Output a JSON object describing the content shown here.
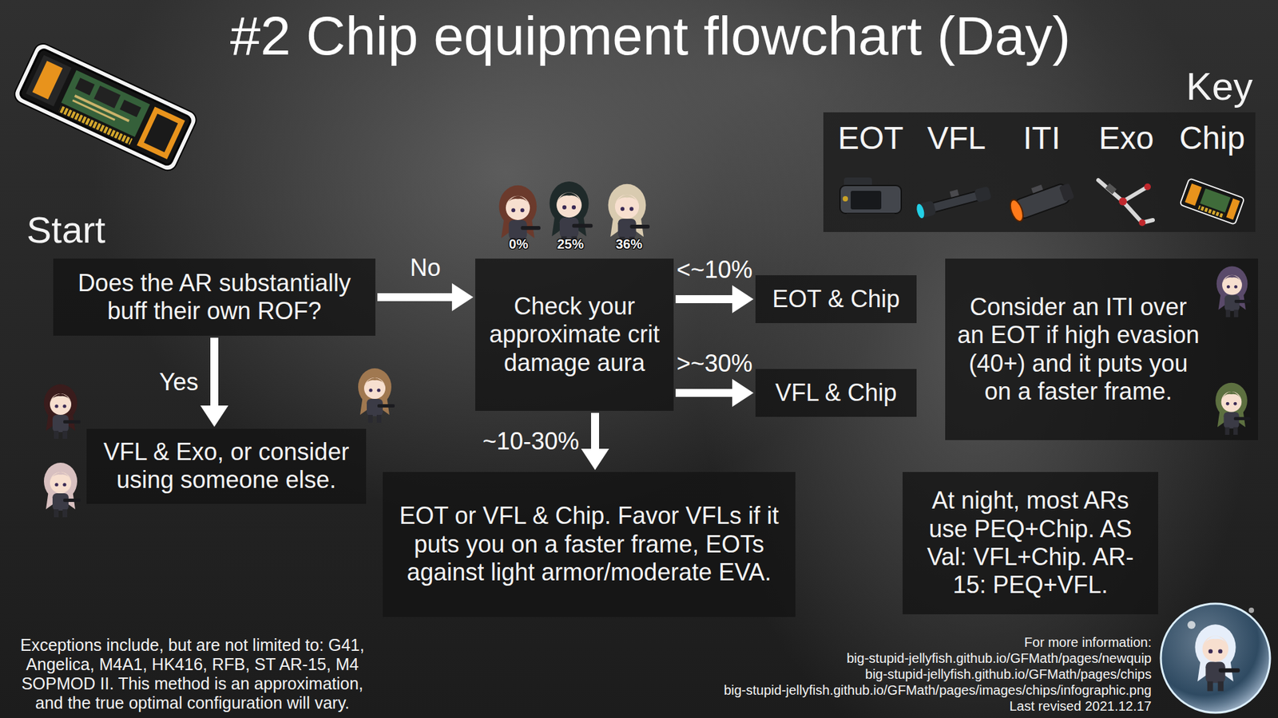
{
  "diagram": {
    "title": "#2 Chip equipment flowchart (Day)",
    "nodes": [
      {
        "text": [
          "Does the AR substantially buff their own ROF?"
        ]
      },
      {
        "text": [
          "VFL & Exo, or consider using someone else."
        ]
      },
      {
        "text": [
          "Check your approximate crit damage aura"
        ]
      },
      {
        "text": [
          "EOT & Chip"
        ]
      },
      {
        "text": [
          "VFL & Chip"
        ]
      },
      {
        "text": [
          "EOT or VFL & Chip. Favor VFLs if it puts you on a faster frame, EOTs against light armor/moderate EVA."
        ]
      },
      {
        "text": [
          "Consider an ITI over an EOT if high evasion (40+) and it puts you on a faster frame."
        ]
      },
      {
        "text": [
          "At night, most ARs use PEQ+Chip. AS Val: VFL+Chip. AR-15: PEQ+VFL."
        ]
      }
    ],
    "edges": [
      {
        "from": 0,
        "to": 2,
        "arrow": "to",
        "label": "No"
      },
      {
        "from": 0,
        "to": 1,
        "arrow": "to",
        "label": "Yes"
      },
      {
        "from": 2,
        "to": 3,
        "arrow": "to",
        "label": "<~10%"
      },
      {
        "from": 2,
        "to": 4,
        "arrow": "to",
        "label": ">~30%"
      },
      {
        "from": 2,
        "to": 5,
        "arrow": "to",
        "label": "~10-30%"
      }
    ],
    "labels": [
      "Start",
      "0%",
      "25%",
      "36%",
      "Key",
      "Exceptions include, but are not limited to: G41, Angelica, M4A1, HK416, RFB, ST AR-15, M4 SOPMOD II. This method is an approximation, and the true optimal configuration will vary.",
      "For more information:",
      "big-stupid-jellyfish.github.io/GFMath/pages/newquip",
      "big-stupid-jellyfish.github.io/GFMath/pages/chips",
      "big-stupid-jellyfish.github.io/GFMath/pages/images/chips/infographic.png",
      "Last revised 2021.12.17"
    ],
    "legend": [
      {
        "text": "EOT"
      },
      {
        "text": "VFL"
      },
      {
        "text": "ITI"
      },
      {
        "text": "Exo"
      },
      {
        "text": "Chip"
      }
    ]
  }
}
